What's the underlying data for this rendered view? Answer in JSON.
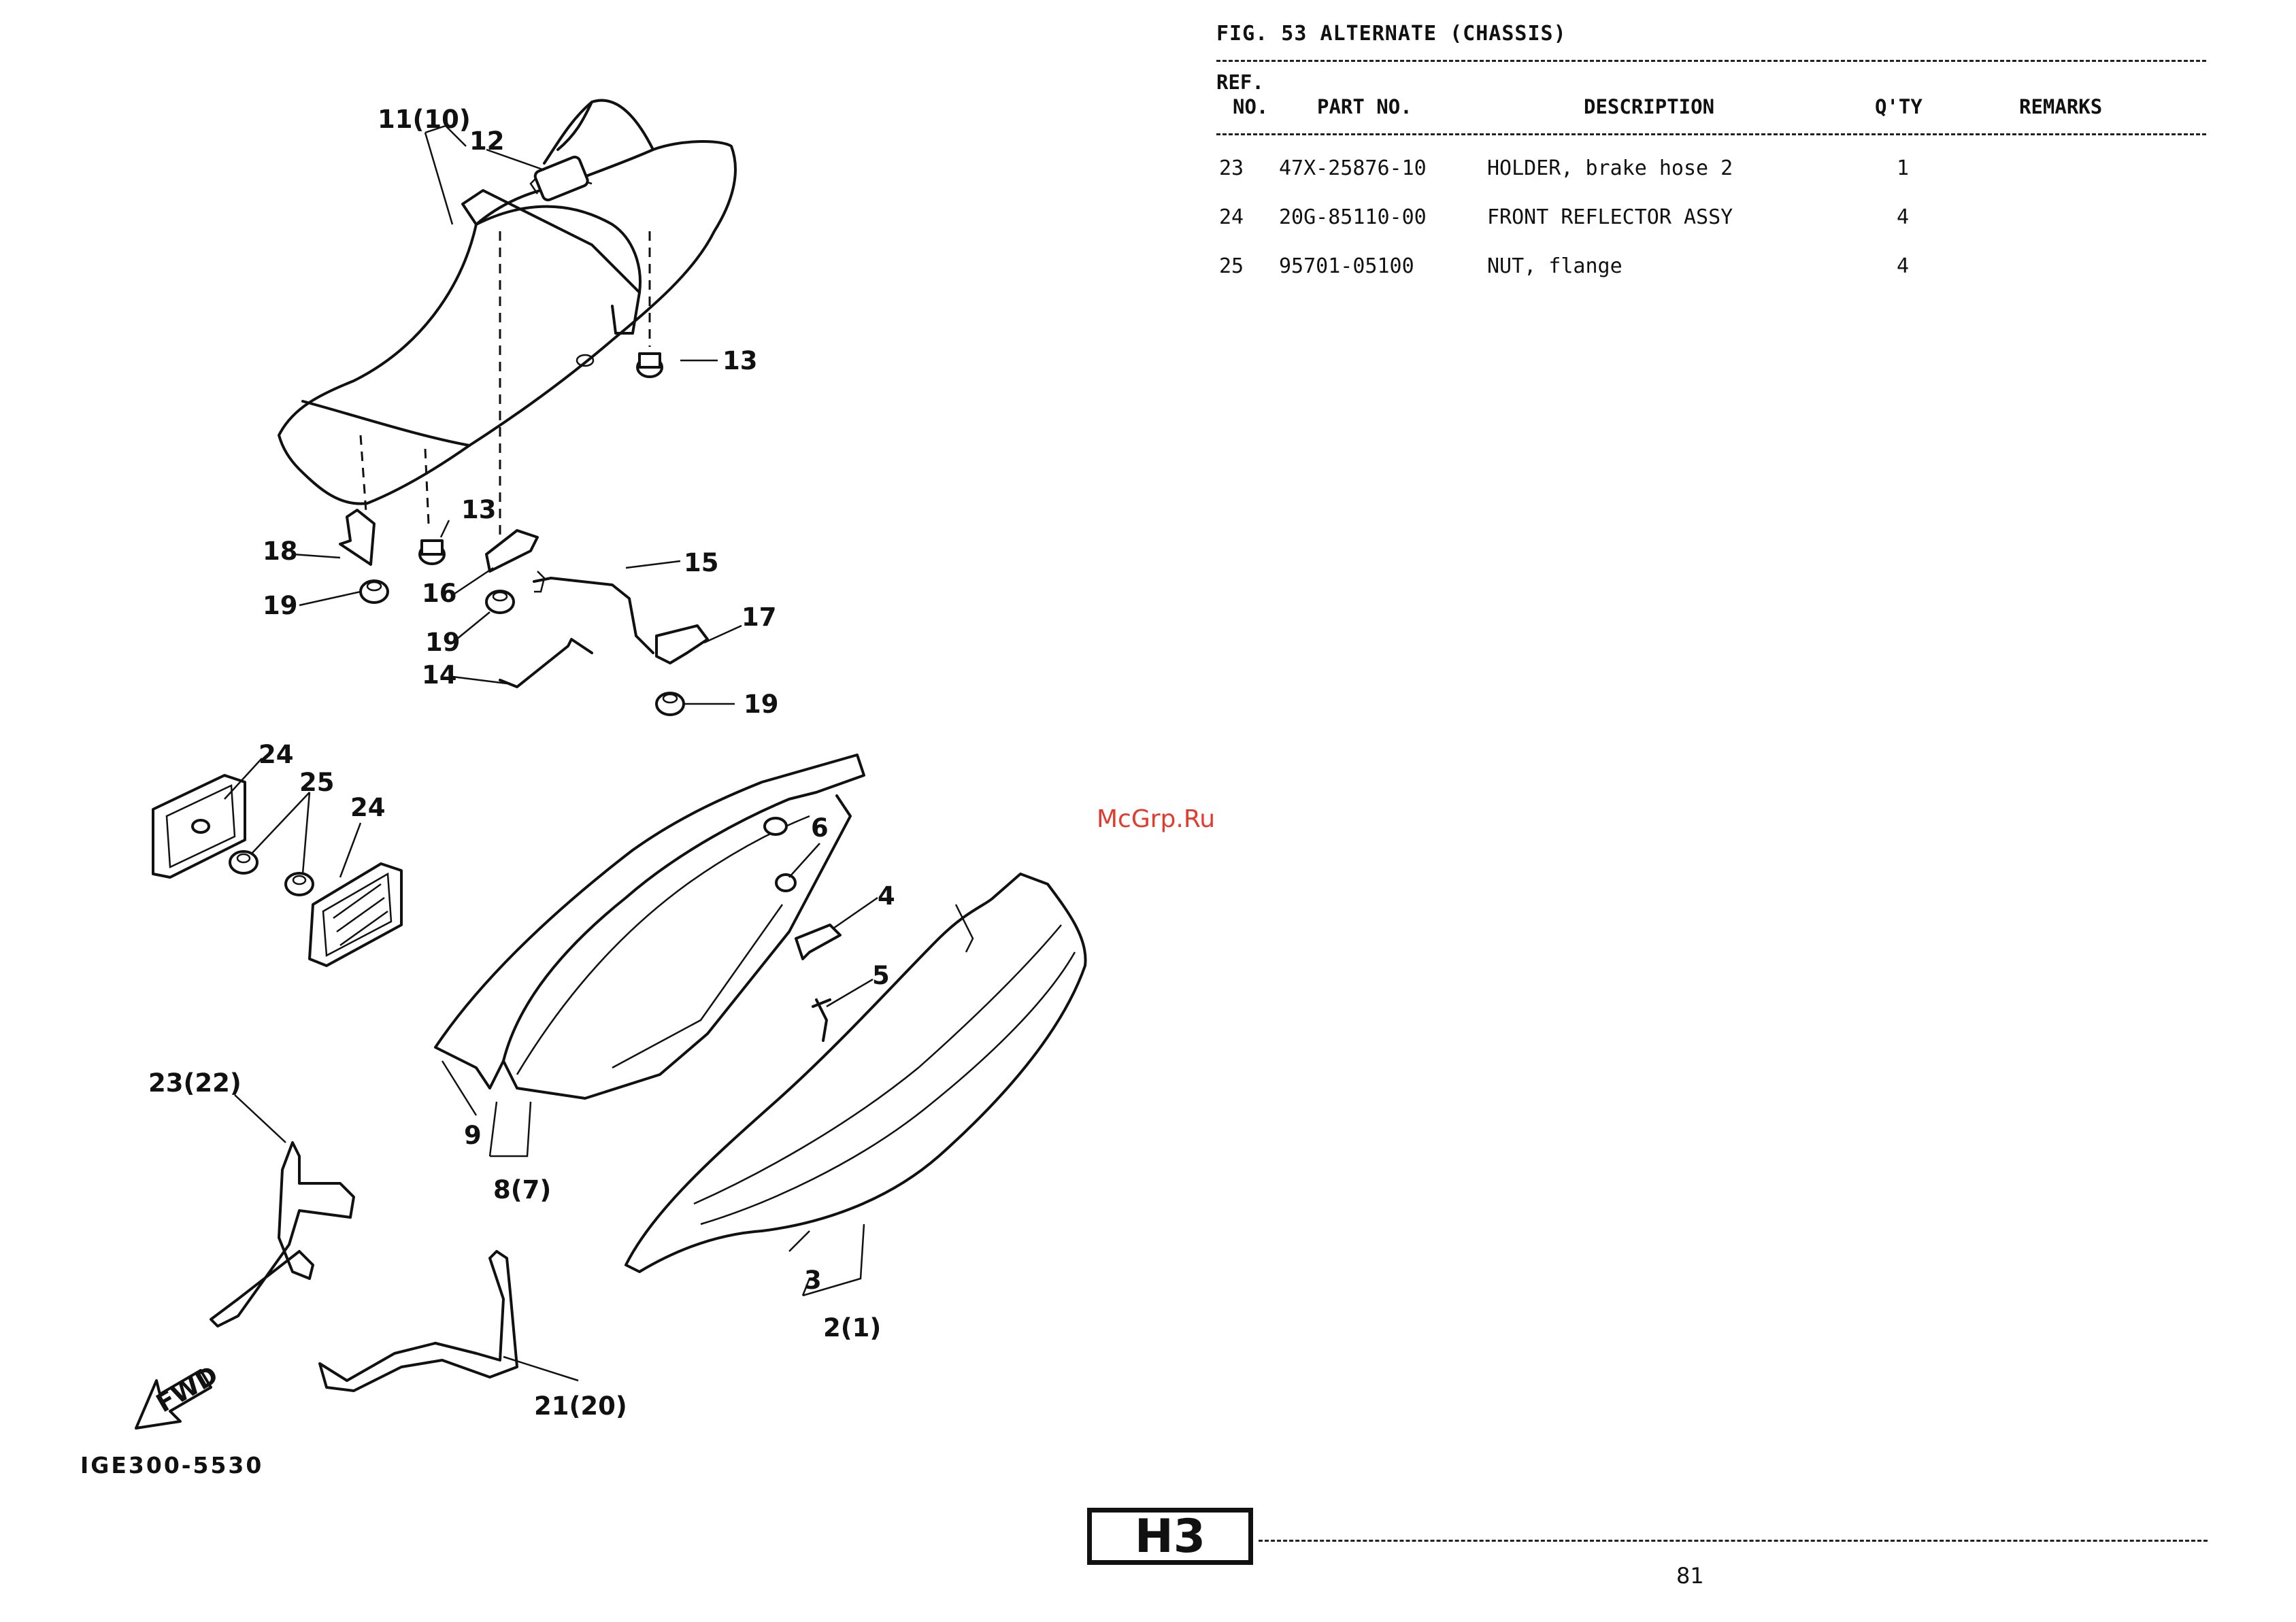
{
  "header": {
    "fig_title": "FIG. 53  ALTERNATE (CHASSIS)"
  },
  "table": {
    "columns": {
      "ref_line1": "REF.",
      "ref_line2": "NO.",
      "part_no": "PART NO.",
      "description": "DESCRIPTION",
      "qty": "Q'TY",
      "remarks": "REMARKS"
    },
    "rows": [
      {
        "ref": "23",
        "part_no": "47X-25876-10",
        "description": "HOLDER, brake hose 2",
        "qty": "1",
        "remarks": ""
      },
      {
        "ref": "24",
        "part_no": "20G-85110-00",
        "description": "FRONT REFLECTOR ASSY",
        "qty": "4",
        "remarks": ""
      },
      {
        "ref": "25",
        "part_no": "95701-05100",
        "description": "NUT, flange",
        "qty": "4",
        "remarks": ""
      }
    ]
  },
  "diagram": {
    "callouts": {
      "c11_10": "11(10)",
      "c12": "12",
      "c13a": "13",
      "c13b": "13",
      "c15": "15",
      "c16": "16",
      "c17": "17",
      "c18": "18",
      "c19a": "19",
      "c19b": "19",
      "c19c": "19",
      "c14": "14",
      "c24a": "24",
      "c25": "25",
      "c24b": "24",
      "c6": "6",
      "c4": "4",
      "c5": "5",
      "c9": "9",
      "c8_7": "8(7)",
      "c23_22": "23(22)",
      "c3": "3",
      "c2_1": "2(1)",
      "c21_20": "21(20)",
      "fwd": "FWD"
    },
    "figure_code": "IGE300-5530"
  },
  "watermark": "McGrp.Ru",
  "footer": {
    "section_badge": "H3",
    "page_number": "81"
  }
}
